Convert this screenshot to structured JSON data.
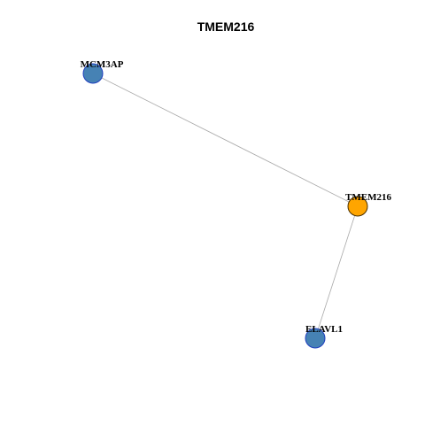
{
  "title": "TMEM216",
  "colors": {
    "center_node_fill": "#FFA500",
    "center_node_stroke": "#4a3000",
    "neighbor_node_fill": "#4682B4",
    "neighbor_node_stroke": "#1f3fbf",
    "edge": "#a8a8a8"
  },
  "nodes": [
    {
      "id": "TMEM216",
      "label": "TMEM216",
      "role": "center"
    },
    {
      "id": "MCM3AP",
      "label": "MCM3AP",
      "role": "neighbor"
    },
    {
      "id": "ELAVL1",
      "label": "ELAVL1",
      "role": "neighbor"
    }
  ],
  "edges": [
    {
      "source": "MCM3AP",
      "target": "TMEM216"
    },
    {
      "source": "TMEM216",
      "target": "ELAVL1"
    }
  ]
}
